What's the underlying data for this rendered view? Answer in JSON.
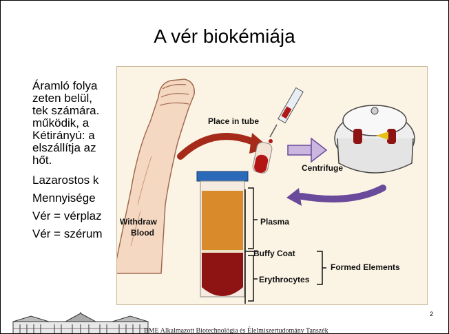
{
  "slide": {
    "title": "A vér biokémiája",
    "body": [
      "Áramló folya",
      "zeten belül, ",
      "tek számára.",
      "működik, a ",
      "Kétirányú: a ",
      "elszállítja az",
      "hőt."
    ],
    "bullets": [
      "Lazarostos k",
      "Mennyisége ",
      "Vér = vérplaz",
      "Vér = szérum"
    ],
    "page_number": "2",
    "footer_text": "BME Alkalmazott Biotechnológia és Élelmiszertudomány Tanszék"
  },
  "figure": {
    "labels": {
      "place_in_tube": "Place in tube",
      "centrifuge": "Centrifuge",
      "withdraw_1": "Withdraw",
      "withdraw_2": "Blood",
      "plasma": "Plasma",
      "buffy_coat": "Buffy Coat",
      "erythrocytes": "Erythrocytes",
      "formed_elements": "Formed Elements"
    },
    "colors": {
      "plasma": "#d98a2a",
      "blood": "#8e1414",
      "arrow_red": "#a52a1a",
      "arrow_purple": "#6a4a9a",
      "background": "#fbf3e4"
    }
  }
}
